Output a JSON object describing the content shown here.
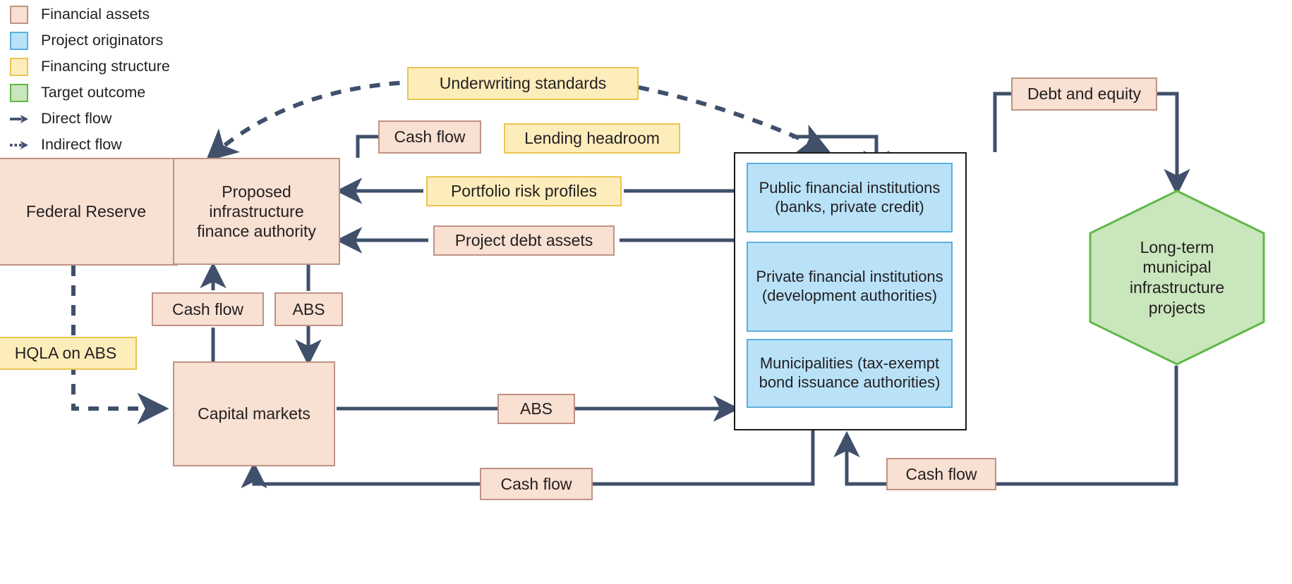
{
  "legend": {
    "items": [
      {
        "label": "Financial assets",
        "swatch_class": "sw-asset",
        "icon": "square-swatch-icon"
      },
      {
        "label": "Project originators",
        "swatch_class": "sw-originator",
        "icon": "square-swatch-icon"
      },
      {
        "label": "Financing structure",
        "swatch_class": "sw-finstruct",
        "icon": "square-swatch-icon"
      },
      {
        "label": "Target outcome",
        "swatch_class": "sw-outcome",
        "icon": "square-swatch-icon"
      }
    ],
    "flows": [
      {
        "label": "Direct flow",
        "icon": "solid-arrow-icon"
      },
      {
        "label": "Indirect flow",
        "icon": "dotted-arrow-icon"
      }
    ]
  },
  "nodes": {
    "federal_reserve": "Federal Reserve",
    "finance_authority": "Proposed infrastructure finance authority",
    "capital_markets": "Capital markets",
    "underwriting_standards": "Underwriting standards",
    "lending_headroom": "Lending headroom",
    "portfolio_risk_profiles": "Portfolio risk profiles",
    "project_debt_assets": "Project debt assets",
    "hqla_on_abs": "HQLA on ABS",
    "debt_and_equity": "Debt and equity",
    "cash_flow_top": "Cash flow",
    "cash_flow_left": "Cash flow",
    "cash_flow_bottom": "Cash flow",
    "cash_flow_right": "Cash flow",
    "abs_vertical": "ABS",
    "abs_horizontal": "ABS",
    "public_financial_institutions": "Public financial institutions (banks, private credit)",
    "private_financial_institutions": "Private financial institutions (development authorities)",
    "municipalities": "Municipalities (tax-exempt bond issuance authorities)",
    "long_term_projects": "Long-term municipal infrastructure projects"
  },
  "colors": {
    "financial_assets_fill": "#f8e0d2",
    "financial_assets_border": "#bf9383",
    "project_originators_fill": "#b9e2f9",
    "project_originators_border": "#5cafdd",
    "financing_structure_fill": "#fdedbb",
    "financing_structure_border": "#e9c552",
    "target_outcome_fill": "#c9e6bd",
    "target_outcome_border": "#5fb947",
    "connector": "#40506b",
    "text": "#231f20"
  }
}
